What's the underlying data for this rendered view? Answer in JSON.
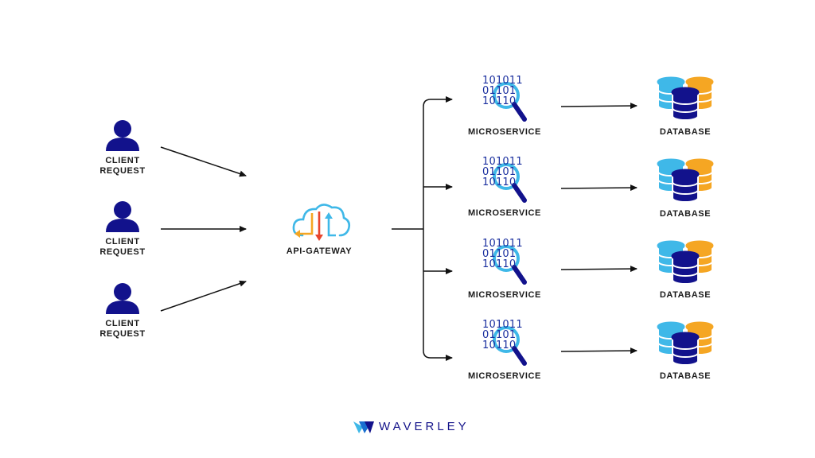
{
  "clients": [
    {
      "line1": "CLIENT",
      "line2": "REQUEST"
    },
    {
      "line1": "CLIENT",
      "line2": "REQUEST"
    },
    {
      "line1": "CLIENT",
      "line2": "REQUEST"
    }
  ],
  "gateway": {
    "label": "API-GATEWAY"
  },
  "microservices": [
    {
      "label": "MICROSERVICE",
      "binary": [
        "101011",
        "01101",
        "10110"
      ]
    },
    {
      "label": "MICROSERVICE",
      "binary": [
        "101011",
        "01101",
        "10110"
      ]
    },
    {
      "label": "MICROSERVICE",
      "binary": [
        "101011",
        "01101",
        "10110"
      ]
    },
    {
      "label": "MICROSERVICE",
      "binary": [
        "101011",
        "01101",
        "10110"
      ]
    }
  ],
  "databases": [
    {
      "label": "DATABASE"
    },
    {
      "label": "DATABASE"
    },
    {
      "label": "DATABASE"
    },
    {
      "label": "DATABASE"
    }
  ],
  "brand": {
    "name": "WAVERLEY"
  },
  "colors": {
    "navy": "#12128c",
    "cyan": "#3fb8e8",
    "orange": "#f5a623",
    "red": "#e8452c",
    "arrow": "#111111"
  }
}
